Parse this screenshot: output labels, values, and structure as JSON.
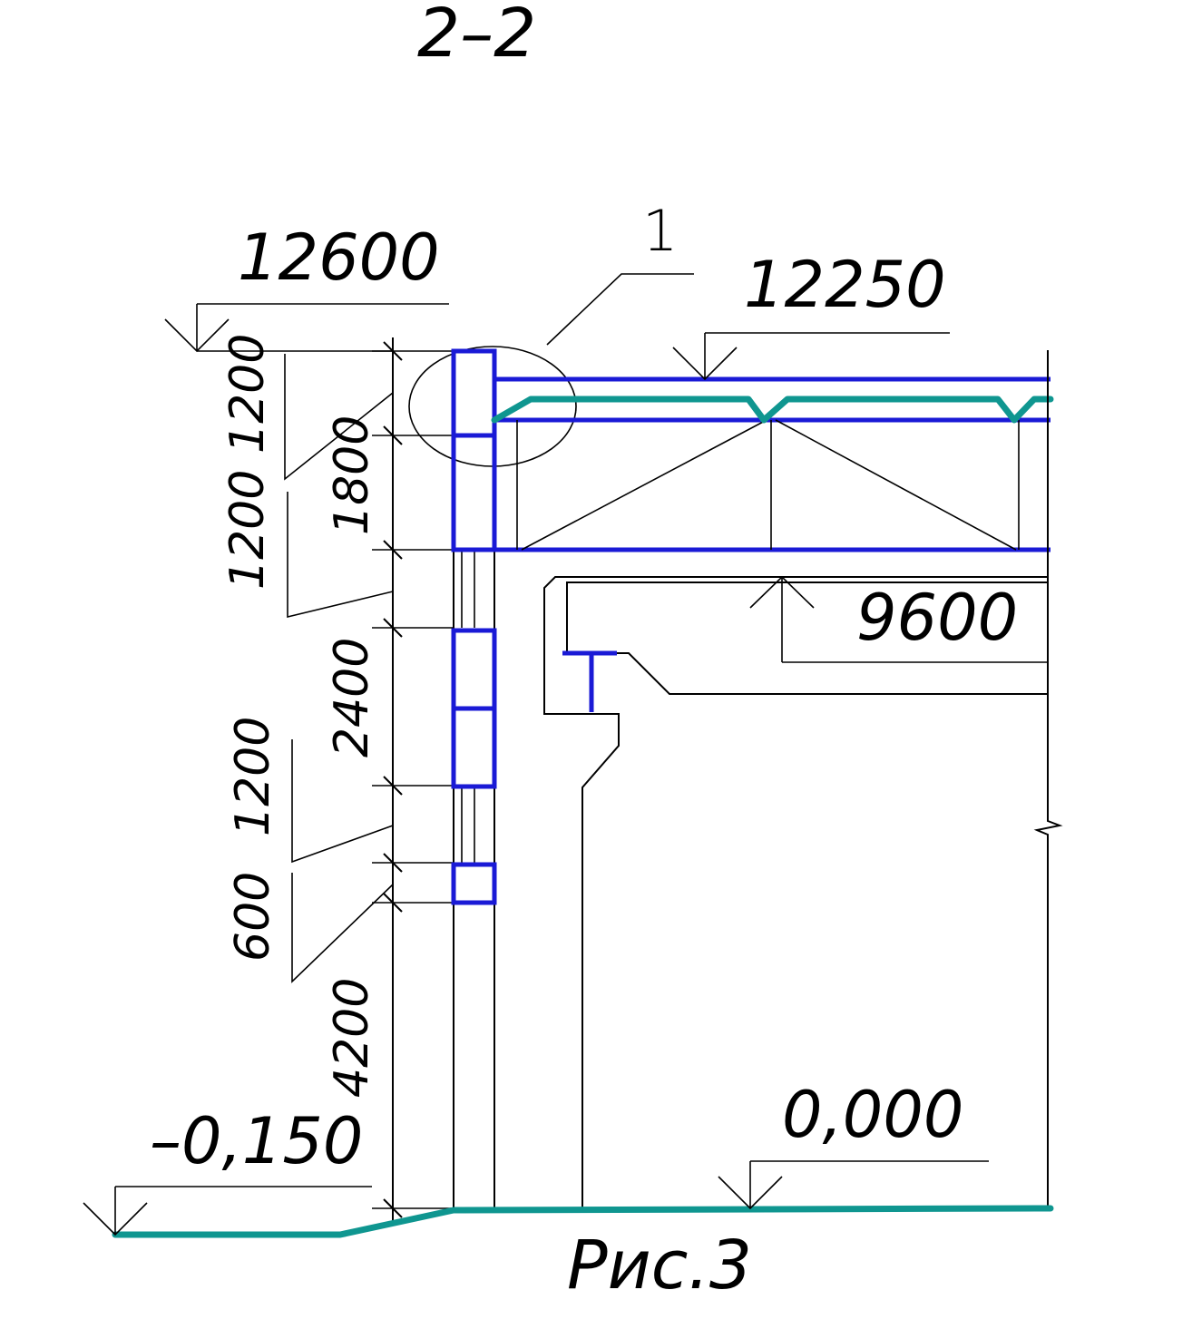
{
  "section_label": "2–2",
  "detail_number": "1",
  "figure_caption": "Рис.3",
  "elevations": {
    "top_left": "12600",
    "top_right": "12250",
    "crane": "9600",
    "floor": "0,000",
    "ground": "–0,150"
  },
  "dimensions": {
    "outer": [
      "1200",
      "1200",
      "1200",
      "600"
    ],
    "inner": [
      "1800",
      "2400",
      "4200"
    ]
  },
  "colors": {
    "structure": "#1a1ad6",
    "surface": "#0f9690",
    "lines": "#000000"
  }
}
